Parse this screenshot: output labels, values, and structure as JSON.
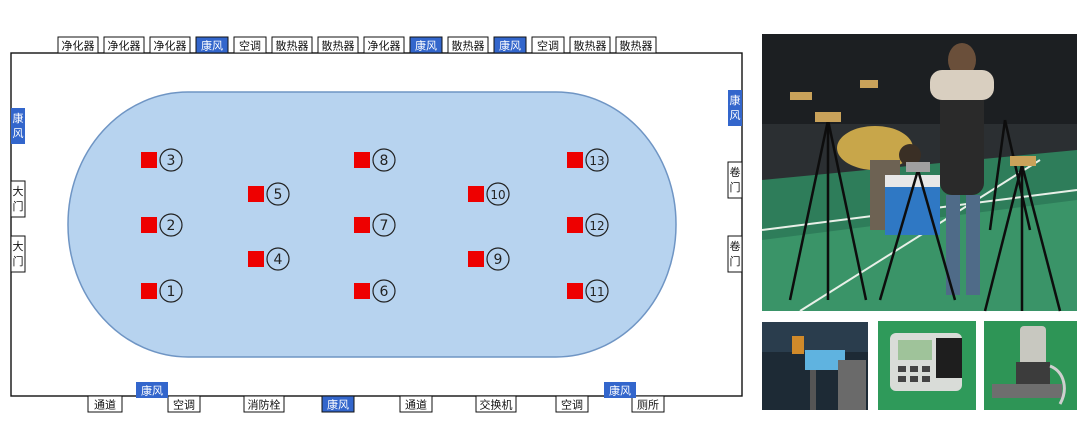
{
  "colors": {
    "vent_fill": "#3366cc",
    "ellipse_fill": "#b7d3ef",
    "ellipse_stroke": "#6f95c4",
    "marker": "#ee0000",
    "wall": "#111111"
  },
  "top_labels": [
    {
      "text": "净化器",
      "highlight": false
    },
    {
      "text": "净化器",
      "highlight": false
    },
    {
      "text": "净化器",
      "highlight": false
    },
    {
      "text": "康风",
      "highlight": true
    },
    {
      "text": "空调",
      "highlight": false
    },
    {
      "text": "散热器",
      "highlight": false
    },
    {
      "text": "散热器",
      "highlight": false
    },
    {
      "text": "净化器",
      "highlight": false
    },
    {
      "text": "康风",
      "highlight": true
    },
    {
      "text": "散热器",
      "highlight": false
    },
    {
      "text": "康风",
      "highlight": true
    },
    {
      "text": "空调",
      "highlight": false
    },
    {
      "text": "散热器",
      "highlight": false
    },
    {
      "text": "散热器",
      "highlight": false
    }
  ],
  "bottom_labels": [
    {
      "text": "通道",
      "highlight": false
    },
    {
      "text": "空调",
      "highlight": false
    },
    {
      "text": "消防栓",
      "highlight": false
    },
    {
      "text": "康风",
      "highlight": true
    },
    {
      "text": "通道",
      "highlight": false
    },
    {
      "text": "交换机",
      "highlight": false
    },
    {
      "text": "空调",
      "highlight": false
    },
    {
      "text": "厕所",
      "highlight": false
    }
  ],
  "bottom_tabs": [
    {
      "text": "康风",
      "highlight": true
    },
    {
      "text": "康风",
      "highlight": true
    }
  ],
  "left_labels": [
    {
      "chars": [
        "康",
        "风"
      ],
      "highlight": true
    },
    {
      "chars": [
        "大",
        "门"
      ],
      "highlight": false
    },
    {
      "chars": [
        "大",
        "门"
      ],
      "highlight": false
    }
  ],
  "right_labels": [
    {
      "chars": [
        "康",
        "风"
      ],
      "highlight": true
    },
    {
      "chars": [
        "卷",
        "门"
      ],
      "highlight": false
    },
    {
      "chars": [
        "卷",
        "门"
      ],
      "highlight": false
    }
  ],
  "points": [
    {
      "label": "1"
    },
    {
      "label": "2"
    },
    {
      "label": "3"
    },
    {
      "label": "4"
    },
    {
      "label": "5"
    },
    {
      "label": "6"
    },
    {
      "label": "7"
    },
    {
      "label": "8"
    },
    {
      "label": "9"
    },
    {
      "label": "10"
    },
    {
      "label": "11"
    },
    {
      "label": "12"
    },
    {
      "label": "13"
    }
  ],
  "photos": [
    {
      "name": "main-photo-field-sampling"
    },
    {
      "name": "photo-monitor-device"
    },
    {
      "name": "photo-sampler-panel"
    },
    {
      "name": "photo-sampler-head"
    }
  ]
}
